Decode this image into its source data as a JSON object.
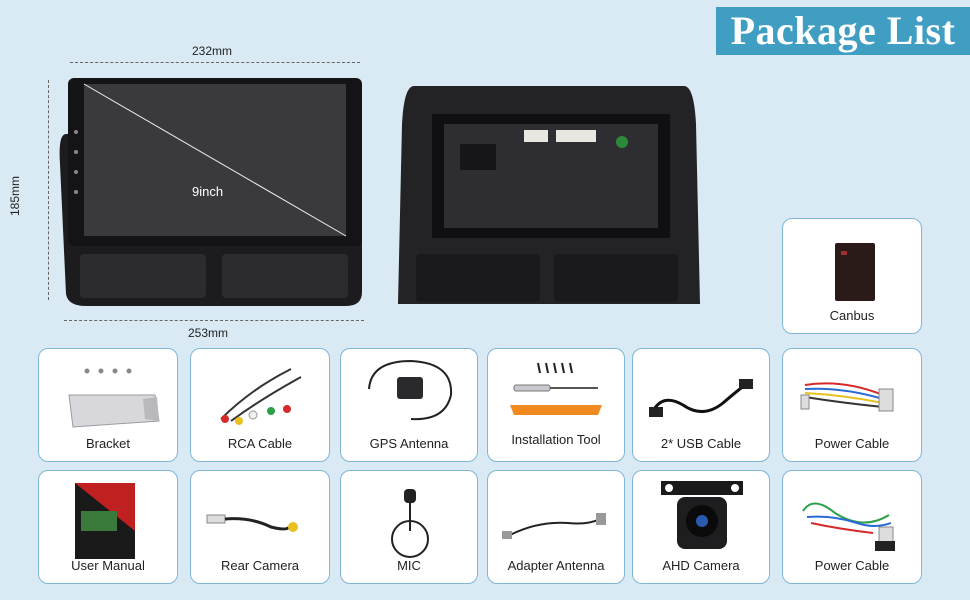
{
  "banner_title": "Package List",
  "dimensions": {
    "top_width": "232mm",
    "bottom_width": "253mm",
    "height": "185mm",
    "screen_size": "9inch"
  },
  "items": {
    "canbus": "Canbus",
    "bracket": "Bracket",
    "rca_cable": "RCA Cable",
    "gps_antenna": "GPS Antenna",
    "installation_tool": "Installation Tool",
    "usb_cable": "2* USB Cable",
    "power_cable_1": "Power Cable",
    "user_manual": "User Manual",
    "rear_camera": "Rear Camera",
    "mic": "MIC",
    "adapter_antenna": "Adapter Antenna",
    "ahd_camera": "AHD Camera",
    "power_cable_2": "Power Cable"
  },
  "colors": {
    "background": "#d9eaf5",
    "banner": "#3f9ec2",
    "card_border": "#7fb6d3"
  }
}
